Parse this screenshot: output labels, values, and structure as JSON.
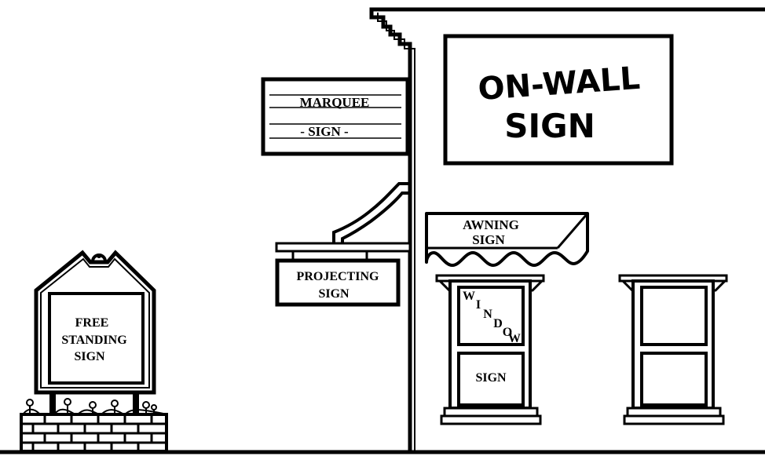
{
  "signs": {
    "on_wall": {
      "line1": "ON-WALL",
      "line2": "SIGN"
    },
    "marquee": {
      "line1": "MARQUEE",
      "line2": "- SIGN -"
    },
    "awning": {
      "line1": "AWNING",
      "line2": "SIGN"
    },
    "projecting": {
      "line1": "PROJECTING",
      "line2": "SIGN"
    },
    "window": {
      "letters": [
        "W",
        "I",
        "N",
        "D",
        "O",
        "W"
      ],
      "lower": "SIGN"
    },
    "free_standing": {
      "line1": "FREE",
      "line2": "STANDING",
      "line3": "SIGN"
    }
  },
  "colors": {
    "ink": "#000000",
    "background": "#ffffff"
  }
}
